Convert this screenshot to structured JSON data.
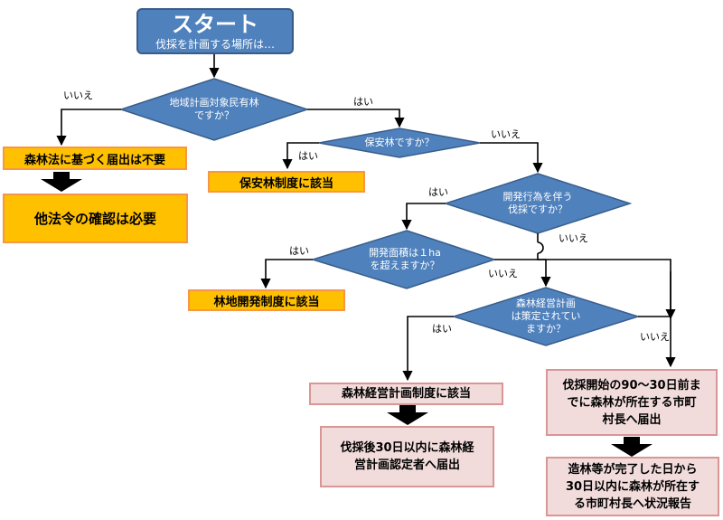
{
  "start": {
    "title": "スタート",
    "subtitle": "伐採を計画する場所は…"
  },
  "decisions": {
    "d1": [
      "地域計画対象民有林",
      "ですか？"
    ],
    "d2": [
      "保安林ですか？"
    ],
    "d3": [
      "開発行為を伴う",
      "伐採ですか？"
    ],
    "d4": [
      "開発面積は１ha",
      "を超えますか？"
    ],
    "d5": [
      "森林経営計画",
      "は策定されてい",
      "ますか？"
    ]
  },
  "boxes": {
    "no_notification": "森林法に基づく届出は不要",
    "other_laws": "他法令の確認は必要",
    "protection_forest": "保安林制度に該当",
    "forest_development": "林地開発制度に該当",
    "management_plan": "森林経営計画制度に該当",
    "after_cut": [
      "伐採後30日以内に森林経",
      "営計画認定者へ届出"
    ],
    "before_cut": [
      "伐採開始の90～30日前ま",
      "でに森林が所在する市町",
      "村長へ届出"
    ],
    "report": [
      "造林等が完了した日から",
      "30日以内に森林が所在す",
      "る市町村長へ状況報告"
    ]
  },
  "labels": {
    "yes": "はい",
    "no": "いいえ"
  }
}
